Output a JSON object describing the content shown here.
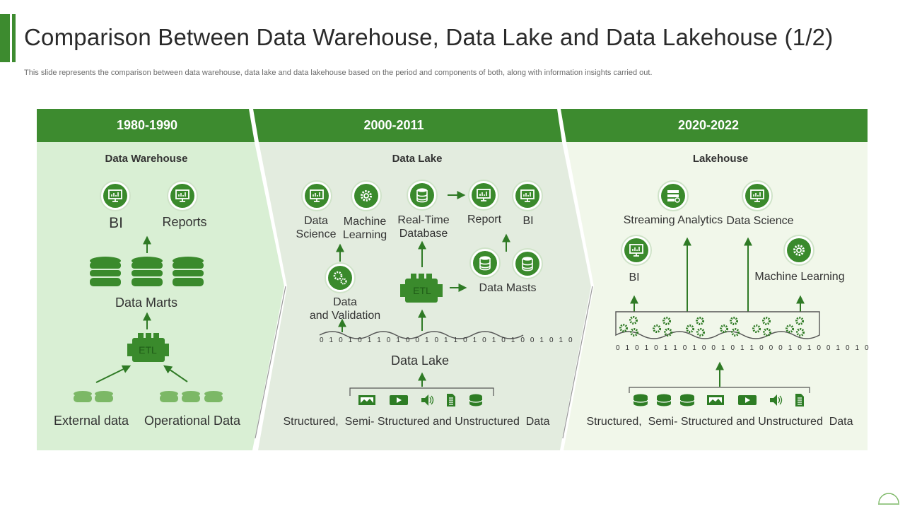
{
  "header": {
    "title": "Comparison Between Data Warehouse, Data Lake and Data Lakehouse (1/2)",
    "subtitle": "This slide represents the comparison between data warehouse, data lake and data lakehouse based on the period and components of both, along with information insights carried out."
  },
  "colors": {
    "accent": "#3d8b2f",
    "panel1": "#d9efd4",
    "panel2": "#e3ecdf",
    "panel3": "#f1f7ea",
    "icon": "#3a8a2c"
  },
  "panels": [
    {
      "period": "1980-1990",
      "section": "Data Warehouse",
      "labels": {
        "bi": "BI",
        "reports": "Reports",
        "data_marts": "Data Marts",
        "etl": "ETL",
        "external": "External data",
        "operational": "Operational Data"
      }
    },
    {
      "period": "2000-2011",
      "section": "Data Lake",
      "labels": {
        "data_science": "Data\nScience",
        "machine_learning": "Machine\nLearning",
        "realtime_db": "Real-Time\nDatabase",
        "report": "Report",
        "bi": "BI",
        "data_validation": "Data\nand Validation",
        "etl": "ETL",
        "data_masts": "Data Masts",
        "data_lake": "Data Lake",
        "sources": "Structured,  Semi- Structured and Unstructured  Data"
      },
      "bits": "0 1 0 1 0 1 1 0 1 0 0 1 0 1 1 0 1 0 1 0 1 0 0 1 0 1 0"
    },
    {
      "period": "2020-2022",
      "section": "Lakehouse",
      "labels": {
        "streaming": "Streaming Analytics",
        "data_science": "Data Science",
        "bi": "BI",
        "machine_learning": "Machine Learning",
        "sources": "Structured,  Semi- Structured and Unstructured  Data"
      },
      "bits": "0 1 0 1 0 1 1 0 1 0 0 1 0 1 1 0   0 0 1 0 1 0 0 1 0 1 0"
    }
  ],
  "icons": [
    "monitor-chart-icon",
    "database-icon",
    "gear-icon",
    "etl-engine-icon",
    "server-icon",
    "image-icon",
    "video-play-icon",
    "speaker-icon",
    "document-icon"
  ]
}
